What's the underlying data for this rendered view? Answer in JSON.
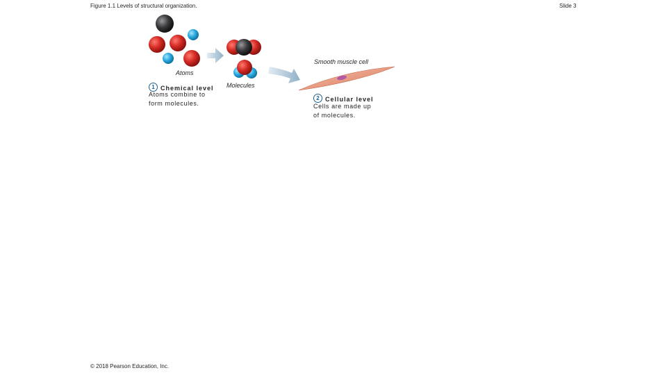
{
  "header": {
    "figure_title": "Figure 1.1 Levels of structural organization.",
    "slide": "Slide 3"
  },
  "labels": {
    "atoms": "Atoms",
    "molecules": "Molecules",
    "smooth_muscle_cell": "Smooth muscle cell"
  },
  "levels": [
    {
      "number": "1",
      "title": "Chemical level",
      "desc_line1": "Atoms combine to",
      "desc_line2": "form molecules."
    },
    {
      "number": "2",
      "title": "Cellular level",
      "desc_line1": "Cells are made up",
      "desc_line2": "of  molecules."
    }
  ],
  "footer": {
    "copyright": "© 2018 Pearson Education, Inc."
  },
  "colors": {
    "oxygen": "#d42a24",
    "carbon": "#3a3a3c",
    "hydrogen": "#29aae1",
    "arrow": "#a9c3d6",
    "cell": "#e9a083",
    "nucleus": "#b35aa4"
  }
}
